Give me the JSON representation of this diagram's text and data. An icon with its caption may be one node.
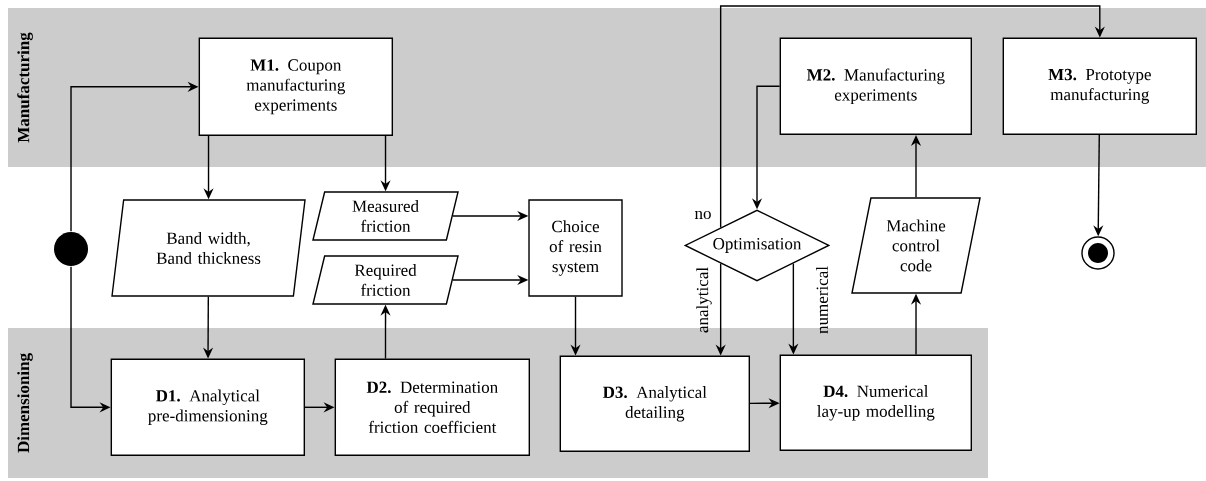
{
  "diagram": {
    "nodes": [
      {
        "text": [
          "Manufacturing"
        ]
      },
      {
        "text": [
          "**M1.** Coupon manufacturing experiments"
        ],
        "in": 0
      },
      {
        "text": [
          "**M2.** Manufacturing experiments"
        ],
        "in": 0
      },
      {
        "text": [
          "**M3.** Prototype manufacturing"
        ],
        "in": 0
      },
      {
        "text": [],
        "shape": "circle"
      },
      {
        "text": [
          "Band width, Band thickness"
        ]
      },
      {
        "text": [
          "Measured friction"
        ]
      },
      {
        "text": [
          "Required friction"
        ]
      },
      {
        "text": [
          "Choice of resin system"
        ]
      },
      {
        "text": [
          "Optimisation"
        ]
      },
      {
        "text": [
          "Machine control code"
        ]
      },
      {
        "text": [],
        "shape": "circle"
      },
      {
        "text": [
          "Dimensioning"
        ]
      },
      {
        "text": [
          "**D1.** Analytical pre-dimensioning"
        ],
        "in": 12
      },
      {
        "text": [
          "**D2.** Determination of required friction coefficient"
        ],
        "in": 12
      },
      {
        "text": [
          "**D3.** Analytical detailing"
        ],
        "in": 12
      },
      {
        "text": [
          "**D4.** Numerical lay-up modelling"
        ],
        "in": 12
      }
    ],
    "edges": [
      {
        "from": 4,
        "to": 1,
        "arrow": "to"
      },
      {
        "from": 4,
        "to": 13,
        "arrow": "to"
      },
      {
        "from": 1,
        "to": 5,
        "arrow": "to"
      },
      {
        "from": 1,
        "to": 6,
        "arrow": "to"
      },
      {
        "from": 5,
        "to": 13,
        "arrow": "to"
      },
      {
        "from": 13,
        "to": 14,
        "arrow": "to"
      },
      {
        "from": 14,
        "to": 7,
        "arrow": "to"
      },
      {
        "from": 6,
        "to": 8,
        "arrow": "to"
      },
      {
        "from": 7,
        "to": 8,
        "arrow": "to"
      },
      {
        "from": 8,
        "to": 15,
        "arrow": "to"
      },
      {
        "from": 15,
        "to": 16,
        "arrow": "to"
      },
      {
        "from": 2,
        "to": 9,
        "arrow": "to"
      },
      {
        "from": 9,
        "to": 15,
        "arrow": "to",
        "label": "analytical"
      },
      {
        "from": 9,
        "to": 16,
        "arrow": "to",
        "label": "numerical"
      },
      {
        "from": 9,
        "to": 3,
        "arrow": "to",
        "label": "no"
      },
      {
        "from": 16,
        "to": 10,
        "arrow": "to"
      },
      {
        "from": 10,
        "to": 2,
        "arrow": "to"
      },
      {
        "from": 3,
        "to": 11,
        "arrow": "to"
      }
    ]
  }
}
